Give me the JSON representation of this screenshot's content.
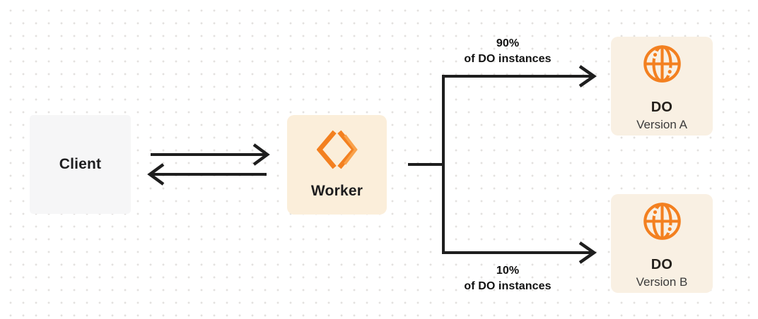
{
  "colors": {
    "accent_orange": "#F38020",
    "accent_orange_light": "#F9A14A",
    "line_color": "#1E1E1E",
    "client_bg": "#F6F6F7",
    "worker_bg": "#FBEEDA",
    "do_bg": "#F9F0E3",
    "text_dark": "#1D1D1F",
    "text_secondary": "#3B3B3B",
    "dot_color": "#E3E1DF",
    "canvas_bg": "#FFFFFF"
  },
  "nodes": {
    "client": {
      "label": "Client"
    },
    "worker": {
      "label": "Worker",
      "icon": "workers-icon"
    },
    "do_version_a": {
      "title": "DO",
      "subtitle": "Version A",
      "icon": "globe-icon"
    },
    "do_version_b": {
      "title": "DO",
      "subtitle": "Version B",
      "icon": "globe-icon"
    }
  },
  "edges": {
    "client_worker": {
      "type": "bidirectional-request-response"
    },
    "split_top": {
      "percent": "90%",
      "caption": "of DO instances",
      "target": "DO Version A"
    },
    "split_bottom": {
      "percent": "10%",
      "caption": "of DO instances",
      "target": "DO Version B"
    }
  }
}
